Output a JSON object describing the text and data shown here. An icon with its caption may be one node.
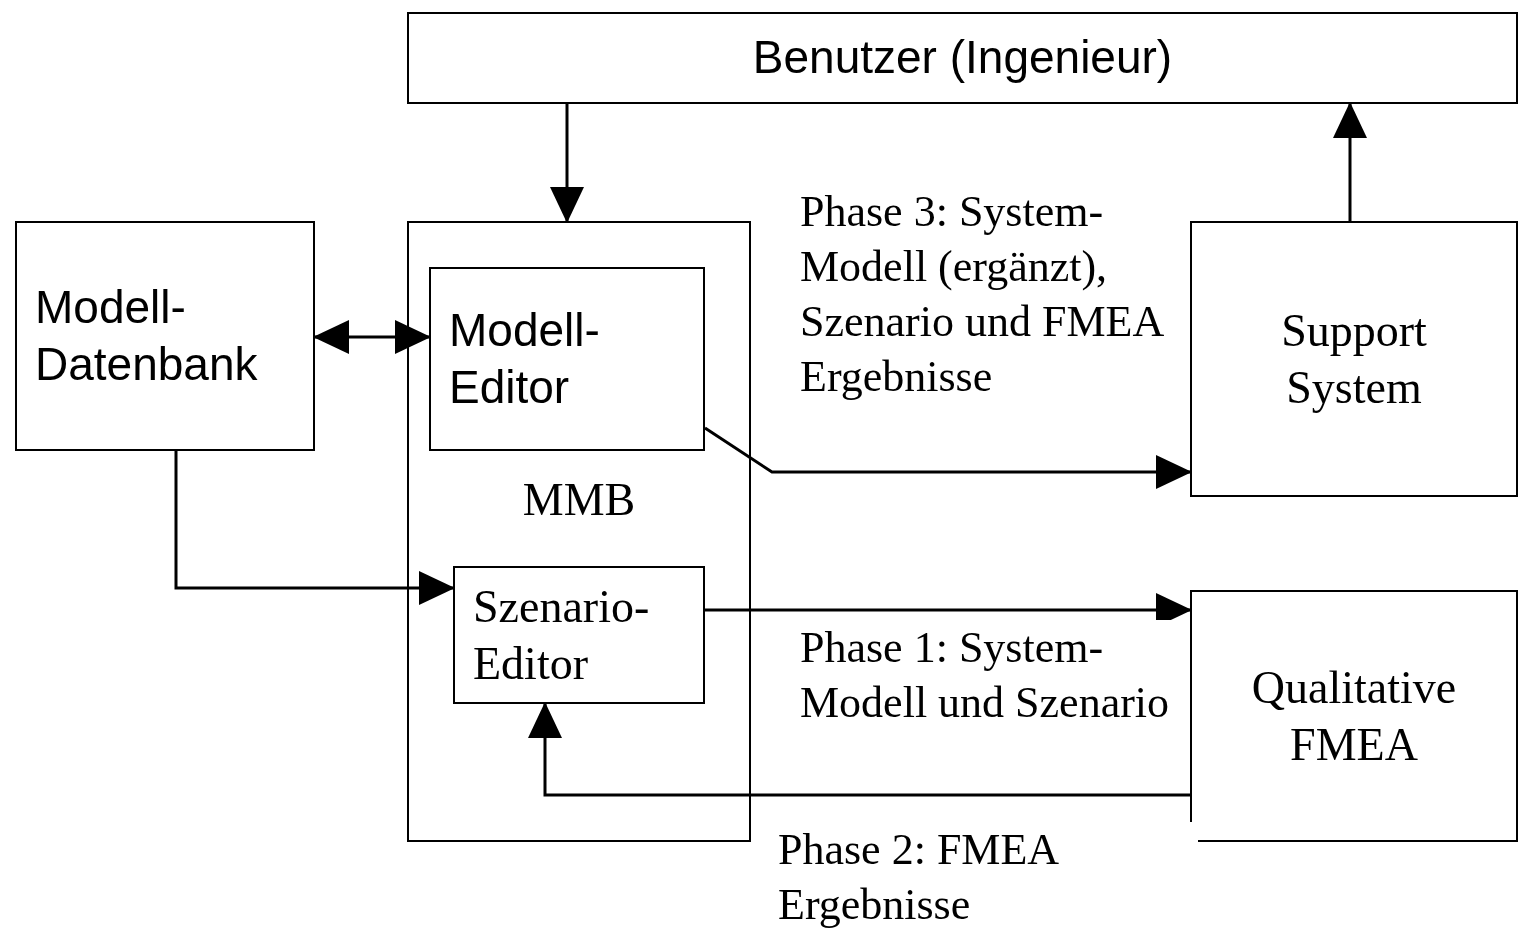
{
  "diagram": {
    "nodes": [
      {
        "text": [
          "Benutzer (Ingenieur)"
        ]
      },
      {
        "text": [
          "Modell- Datenbank"
        ]
      },
      {
        "text": [
          "MMB"
        ]
      },
      {
        "text": [
          "Modell- Editor"
        ],
        "in": 2
      },
      {
        "text": [
          "Szenario- Editor"
        ],
        "in": 2
      },
      {
        "text": [
          "Support System"
        ]
      },
      {
        "text": [
          "Qualitative FMEA"
        ]
      }
    ],
    "edges": [
      {
        "from": 0,
        "to": 2,
        "arrow": "to"
      },
      {
        "from": 5,
        "to": 0,
        "arrow": "to"
      },
      {
        "from": 1,
        "to": 3,
        "arrow": "both"
      },
      {
        "from": 3,
        "to": 5,
        "arrow": "to",
        "label": "Phase 3: System-Modell (ergänzt), Szenario und FMEA Ergebnisse"
      },
      {
        "from": 1,
        "to": 4,
        "arrow": "to"
      },
      {
        "from": 4,
        "to": 6,
        "arrow": "to",
        "label": "Phase 1: System-Modell und Szenario"
      },
      {
        "from": 6,
        "to": 4,
        "arrow": "to",
        "label": "Phase 2: FMEA Ergebnisse"
      }
    ]
  }
}
